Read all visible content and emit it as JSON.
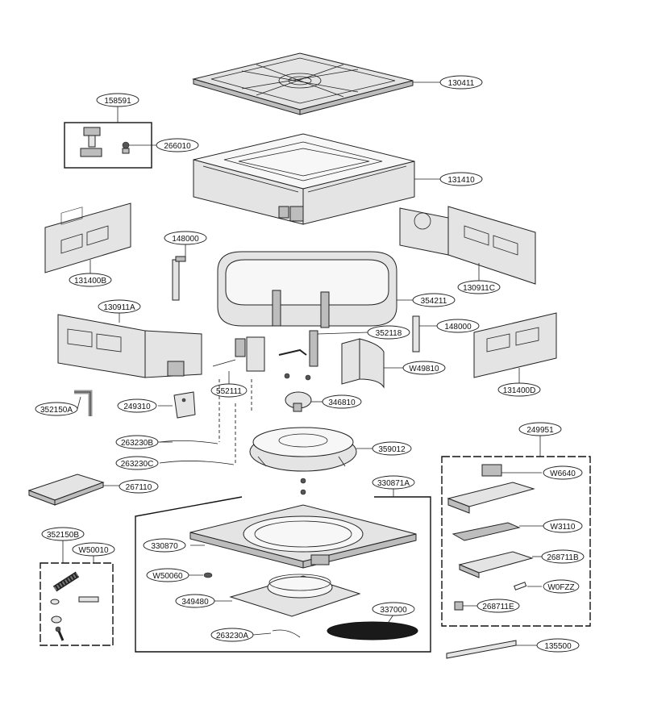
{
  "callouts": {
    "c130411": "130411",
    "c158591": "158591",
    "c266010": "266010",
    "c131410": "131410",
    "c148000a": "148000",
    "c131400b": "131400B",
    "c130911c": "130911C",
    "c354211": "354211",
    "c130911a": "130911A",
    "c352118": "352118",
    "c148000b": "148000",
    "c131400d": "131400D",
    "cw49810": "W49810",
    "c552111": "552111",
    "c346810": "346810",
    "c352150a": "352150A",
    "c249310": "249310",
    "c263230b": "263230B",
    "c359012": "359012",
    "c263230c": "263230C",
    "c249951": "249951",
    "c267110": "267110",
    "c330871a": "330871A",
    "cw6640": "W6640",
    "c352150b": "352150B",
    "cw50010": "W50010",
    "c330870": "330870",
    "cw3110": "W3110",
    "c268711b": "268711B",
    "cw50060": "W50060",
    "cw0fzz": "W0FZZ",
    "c349480": "349480",
    "c337000": "337000",
    "c268711e": "268711E",
    "c263230a": "263230A",
    "c135500": "135500"
  }
}
